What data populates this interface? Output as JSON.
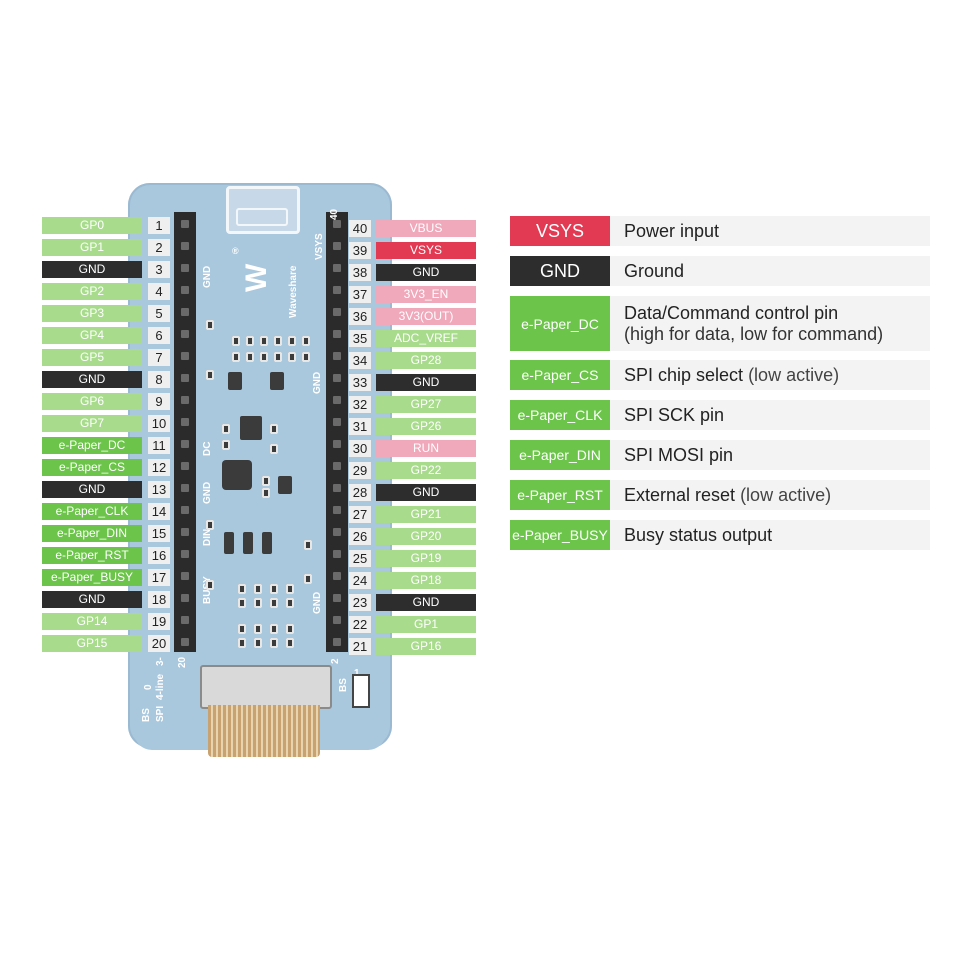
{
  "colors": {
    "gp": "#a8dc8c",
    "gnd": "#2d2d2d",
    "epaper": "#6cc44a",
    "pink": "#f0a9bb",
    "vsys": "#e23a52",
    "num_bg": "#efefef",
    "board": "#a9c7dd"
  },
  "left_pins": [
    {
      "label": "GP0",
      "num": "1",
      "kind": "gp"
    },
    {
      "label": "GP1",
      "num": "2",
      "kind": "gp"
    },
    {
      "label": "GND",
      "num": "3",
      "kind": "gnd"
    },
    {
      "label": "GP2",
      "num": "4",
      "kind": "gp"
    },
    {
      "label": "GP3",
      "num": "5",
      "kind": "gp"
    },
    {
      "label": "GP4",
      "num": "6",
      "kind": "gp"
    },
    {
      "label": "GP5",
      "num": "7",
      "kind": "gp"
    },
    {
      "label": "GND",
      "num": "8",
      "kind": "gnd"
    },
    {
      "label": "GP6",
      "num": "9",
      "kind": "gp"
    },
    {
      "label": "GP7",
      "num": "10",
      "kind": "gp"
    },
    {
      "label": "e-Paper_DC",
      "num": "11",
      "kind": "epaper"
    },
    {
      "label": "e-Paper_CS",
      "num": "12",
      "kind": "epaper"
    },
    {
      "label": "GND",
      "num": "13",
      "kind": "gnd"
    },
    {
      "label": "e-Paper_CLK",
      "num": "14",
      "kind": "epaper"
    },
    {
      "label": "e-Paper_DIN",
      "num": "15",
      "kind": "epaper"
    },
    {
      "label": "e-Paper_RST",
      "num": "16",
      "kind": "epaper"
    },
    {
      "label": "e-Paper_BUSY",
      "num": "17",
      "kind": "epaper"
    },
    {
      "label": "GND",
      "num": "18",
      "kind": "gnd"
    },
    {
      "label": "GP14",
      "num": "19",
      "kind": "gp"
    },
    {
      "label": "GP15",
      "num": "20",
      "kind": "gp"
    }
  ],
  "right_pins": [
    {
      "label": "VBUS",
      "num": "40",
      "kind": "pink"
    },
    {
      "label": "VSYS",
      "num": "39",
      "kind": "vsys"
    },
    {
      "label": "GND",
      "num": "38",
      "kind": "gnd"
    },
    {
      "label": "3V3_EN",
      "num": "37",
      "kind": "pink"
    },
    {
      "label": "3V3(OUT)",
      "num": "36",
      "kind": "pink"
    },
    {
      "label": "ADC_VREF",
      "num": "35",
      "kind": "gp"
    },
    {
      "label": "GP28",
      "num": "34",
      "kind": "gp"
    },
    {
      "label": "GND",
      "num": "33",
      "kind": "gnd"
    },
    {
      "label": "GP27",
      "num": "32",
      "kind": "gp"
    },
    {
      "label": "GP26",
      "num": "31",
      "kind": "gp"
    },
    {
      "label": "RUN",
      "num": "30",
      "kind": "pink"
    },
    {
      "label": "GP22",
      "num": "29",
      "kind": "gp"
    },
    {
      "label": "GND",
      "num": "28",
      "kind": "gnd"
    },
    {
      "label": "GP21",
      "num": "27",
      "kind": "gp"
    },
    {
      "label": "GP20",
      "num": "26",
      "kind": "gp"
    },
    {
      "label": "GP19",
      "num": "25",
      "kind": "gp"
    },
    {
      "label": "GP18",
      "num": "24",
      "kind": "gp"
    },
    {
      "label": "GND",
      "num": "23",
      "kind": "gnd"
    },
    {
      "label": "GP1",
      "num": "22",
      "kind": "gp"
    },
    {
      "label": "GP16",
      "num": "21",
      "kind": "gp"
    }
  ],
  "legend": [
    {
      "key": "VSYS",
      "kind": "vsys",
      "desc": "Power input",
      "desc_light": "",
      "sub": ""
    },
    {
      "key": "GND",
      "kind": "gnd",
      "desc": "Ground",
      "desc_light": "",
      "sub": ""
    },
    {
      "key": "e-Paper_DC",
      "kind": "epaper",
      "desc": "Data/Command control pin",
      "desc_light": "",
      "sub": "(high for data, low for command)"
    },
    {
      "key": "e-Paper_CS",
      "kind": "epaper",
      "desc": "SPI chip select",
      "desc_light": " (low active)",
      "sub": ""
    },
    {
      "key": "e-Paper_CLK",
      "kind": "epaper",
      "desc": "SPI  SCK pin",
      "desc_light": "",
      "sub": ""
    },
    {
      "key": "e-Paper_DIN",
      "kind": "epaper",
      "desc": "SPI MOSI pin",
      "desc_light": "",
      "sub": ""
    },
    {
      "key": "e-Paper_RST",
      "kind": "epaper",
      "desc": "External reset",
      "desc_light": " (low active)",
      "sub": ""
    },
    {
      "key": "e-Paper_BUSY",
      "kind": "epaper",
      "desc": "Busy status output",
      "desc_light": "",
      "sub": ""
    }
  ],
  "board": {
    "brand": "Waveshare",
    "silk_vsys": "VSYS",
    "silk_dc": "DC",
    "silk_din": "DIN",
    "silk_busy": "BUSY",
    "silk_gnd": "GND",
    "silk_bs": "BS",
    "silk_spi": "SPI",
    "silk_4line": "4-line",
    "silk_3line": "3-",
    "silk_0": "0",
    "silk_1": "1",
    "silk_20": "20",
    "silk_2": "2",
    "silk_40": "40",
    "silk_reg": "®"
  }
}
